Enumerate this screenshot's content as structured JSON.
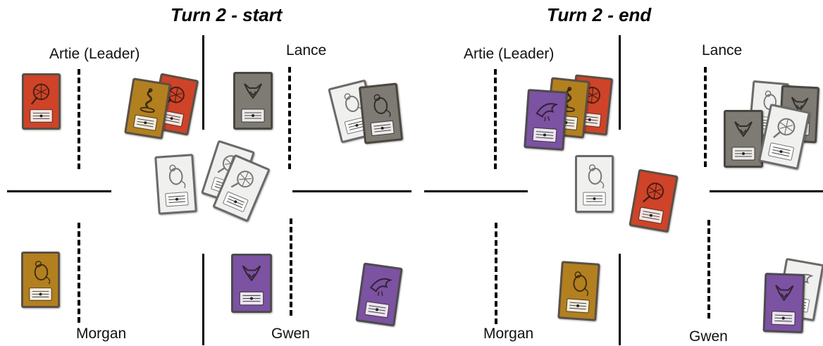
{
  "panels": [
    {
      "title": "Turn 2 - start",
      "players": {
        "top_left": "Artie (Leader)",
        "top_right": "Lance",
        "bottom_left": "Morgan",
        "bottom_right": "Gwen"
      }
    },
    {
      "title": "Turn 2 - end",
      "players": {
        "top_left": "Artie (Leader)",
        "top_right": "Lance",
        "bottom_left": "Morgan",
        "bottom_right": "Gwen"
      }
    }
  ],
  "card_colors": {
    "red": "#cf4328",
    "gold": "#b3801f",
    "grey": "#7e7a74",
    "white": "#f0f0ee",
    "purple": "#7c52a2"
  },
  "card_icons": [
    "net-icon",
    "snake-icon",
    "fox-icon",
    "mouse-icon",
    "bird-icon"
  ]
}
